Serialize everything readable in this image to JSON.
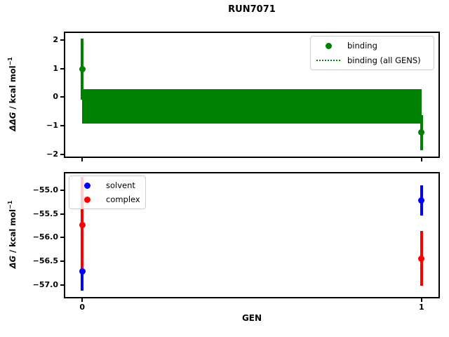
{
  "figure": {
    "background": "#ffffff",
    "title": "RUN7071",
    "xlabel": "GEN"
  },
  "colors": {
    "binding": "#008000",
    "solvent": "#0000ff",
    "complex": "#ff0000",
    "frame": "#000000"
  },
  "top_plot": {
    "ylabel": "ΔΔG / kcal mol⁻¹",
    "ylabel_parts": {
      "sym": "ΔΔG",
      "rest": " / kcal mol",
      "sup": "−1"
    },
    "legend": {
      "position": "upper right",
      "entries": [
        {
          "label": "binding",
          "icon": "dot",
          "color": "#008000"
        },
        {
          "label": "binding (all GENS)",
          "icon": "dotted-line",
          "color": "#008000"
        }
      ]
    }
  },
  "bottom_plot": {
    "ylabel": "ΔG / kcal mol⁻¹",
    "ylabel_parts": {
      "sym": "ΔG",
      "rest": " / kcal mol",
      "sup": "−1"
    },
    "legend": {
      "position": "upper left",
      "entries": [
        {
          "label": "solvent",
          "icon": "dot",
          "color": "#0000ff"
        },
        {
          "label": "complex",
          "icon": "dot",
          "color": "#ff0000"
        }
      ]
    }
  },
  "chart_data": [
    {
      "type": "scatter",
      "subtype": "errorbar",
      "title": "RUN7071",
      "xlabel": "",
      "ylabel": "ΔΔG / kcal mol⁻¹",
      "xlim": [
        -0.05,
        1.05
      ],
      "ylim": [
        -2.08,
        2.25
      ],
      "xticks": [
        0,
        1
      ],
      "xtick_labels": null,
      "yticks": [
        2,
        1,
        0,
        -1,
        -2
      ],
      "ytick_labels": [
        "2",
        "1",
        "0",
        "−1",
        "−2"
      ],
      "grid": false,
      "legend_position": "upper right",
      "series": [
        {
          "name": "binding",
          "color": "#008000",
          "marker": "circle",
          "x": [
            0,
            1
          ],
          "y": [
            0.98,
            -1.24
          ],
          "yerr": [
            1.07,
            0.62
          ]
        }
      ],
      "band": {
        "name": "binding (all GENS)",
        "color": "#008000",
        "style": "dotted-center-line-with-filled-band",
        "x_range": [
          0,
          1
        ],
        "center": -0.33,
        "y_low": -0.92,
        "y_high": 0.27
      }
    },
    {
      "type": "scatter",
      "subtype": "errorbar",
      "title": "",
      "xlabel": "GEN",
      "ylabel": "ΔG / kcal mol⁻¹",
      "xlim": [
        -0.05,
        1.05
      ],
      "ylim": [
        -57.25,
        -54.65
      ],
      "xticks": [
        0,
        1
      ],
      "xtick_labels": [
        "0",
        "1"
      ],
      "yticks": [
        -55.0,
        -55.5,
        -56.0,
        -56.5,
        -57.0
      ],
      "ytick_labels": [
        "−55.0",
        "−55.5",
        "−56.0",
        "−56.5",
        "−57.0"
      ],
      "grid": false,
      "legend_position": "upper left",
      "series": [
        {
          "name": "solvent",
          "color": "#0000ff",
          "marker": "circle",
          "x": [
            0,
            1
          ],
          "y": [
            -56.71,
            -55.22
          ],
          "yerr": [
            0.4,
            0.32
          ]
        },
        {
          "name": "complex",
          "color": "#ff0000",
          "marker": "circle",
          "x": [
            0,
            1
          ],
          "y": [
            -55.73,
            -56.44
          ],
          "yerr": [
            1.0,
            0.58
          ]
        }
      ],
      "band": null
    }
  ]
}
